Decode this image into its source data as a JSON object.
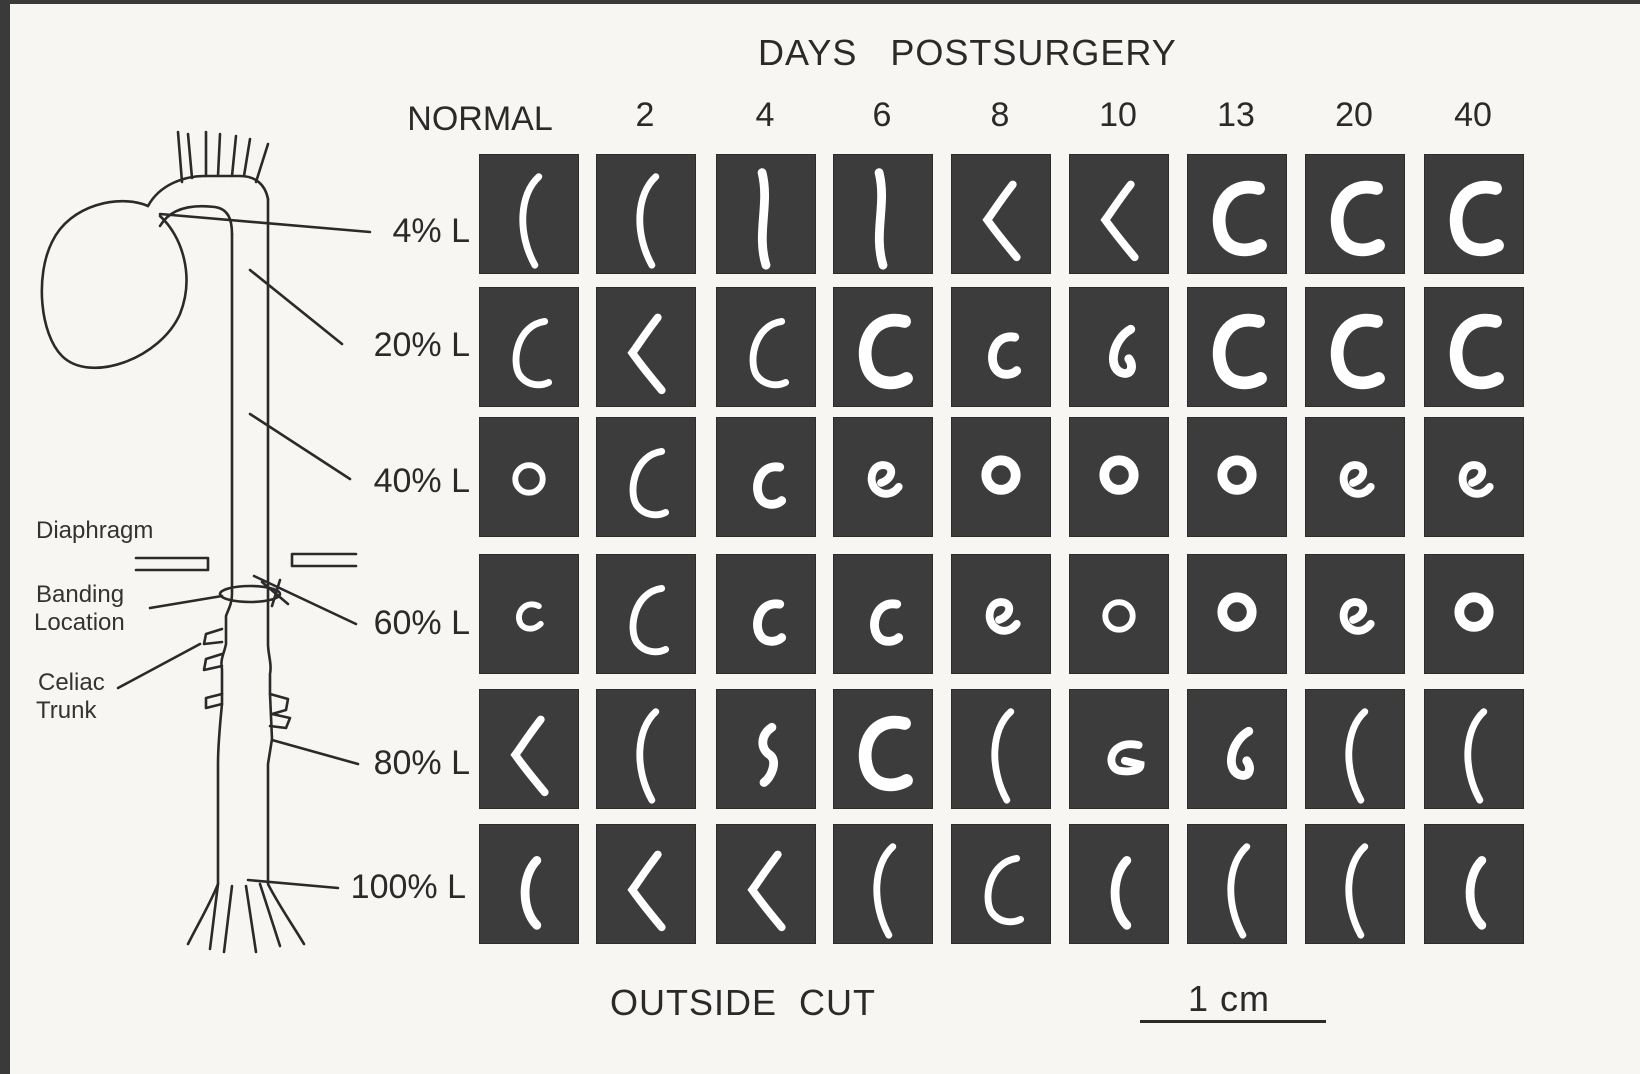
{
  "header": {
    "days_postsurgery": "DAYS   POSTSURGERY"
  },
  "columns": [
    "NORMAL",
    "2",
    "4",
    "6",
    "8",
    "10",
    "13",
    "20",
    "40"
  ],
  "rows": [
    "4% L",
    "20% L",
    "40% L",
    "60% L",
    "80% L",
    "100% L"
  ],
  "anatomy_labels": {
    "diaphragm": "Diaphragm",
    "banding_1": "Banding",
    "banding_2": "Location",
    "celiac_1": "Celiac",
    "celiac_2": "Trunk"
  },
  "footer": {
    "outside_cut": "OUTSIDE  CUT",
    "scale_bar": "1 cm"
  },
  "colors": {
    "tile": "#3c3c3c",
    "section": "#ffffff",
    "line": "#2a2a2a",
    "paper": "#f7f6f3"
  },
  "cross_section_shapes": [
    [
      "arc-thin",
      "arc-thin",
      "line-wavy",
      "line-wavy",
      "chevron",
      "chevron",
      "c-thick",
      "c-thick",
      "c-thick"
    ],
    [
      "c-open",
      "chevron",
      "c-open",
      "c-thick",
      "c-small",
      "c-hook",
      "c-thick",
      "c-thick",
      "c-thick"
    ],
    [
      "ring",
      "c-open",
      "c-small",
      "e-curl",
      "ring-thick",
      "ring-thick",
      "ring-thick",
      "e-curl",
      "e-curl"
    ],
    [
      "ring-open",
      "c-open",
      "c-small",
      "c-small",
      "e-curl",
      "ring",
      "ring-thick",
      "e-curl",
      "ring-thick"
    ],
    [
      "chevron",
      "arc-thin",
      "s-curve",
      "c-thick",
      "arc-thin",
      "c-flat",
      "c-hook",
      "arc-thin",
      "arc-thin"
    ],
    [
      "arc-short",
      "chevron",
      "chevron",
      "arc-thin",
      "c-open",
      "arc-short",
      "arc-thin",
      "arc-thin",
      "arc-short"
    ]
  ]
}
